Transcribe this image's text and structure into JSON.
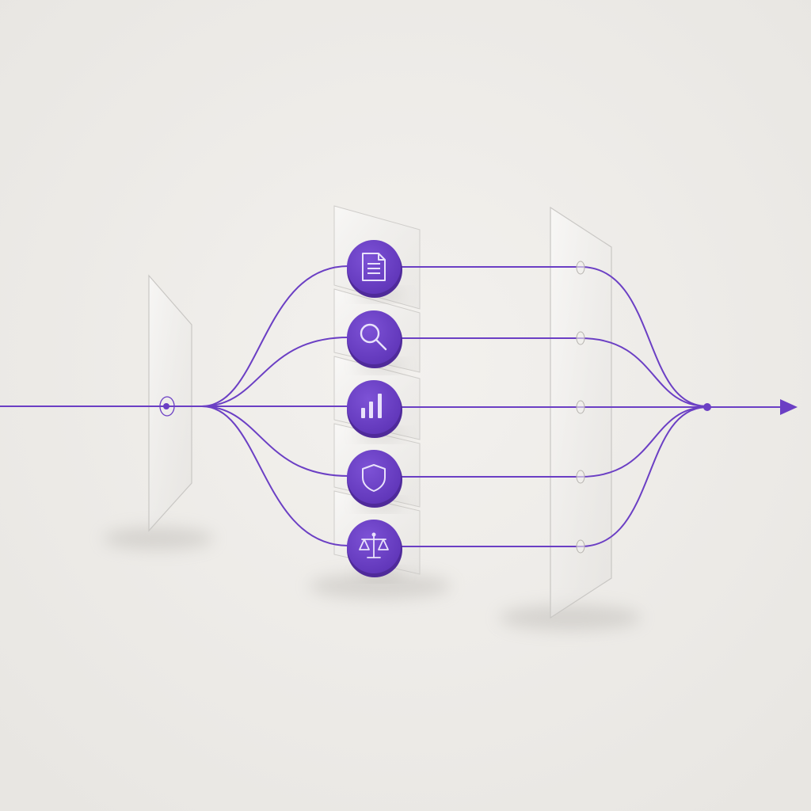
{
  "colors": {
    "background": "#efede9",
    "accent": "#6b3fc4",
    "accent_dark": "#4f2a9a",
    "panel_edge": "#c9c7c4",
    "icon_stroke": "#e9e2fb"
  },
  "diagram": {
    "nodes": [
      {
        "id": "document",
        "icon": "document-icon"
      },
      {
        "id": "search",
        "icon": "magnifier-icon"
      },
      {
        "id": "analytics",
        "icon": "bar-chart-icon"
      },
      {
        "id": "security",
        "icon": "shield-icon"
      },
      {
        "id": "compliance",
        "icon": "scales-icon"
      }
    ]
  }
}
